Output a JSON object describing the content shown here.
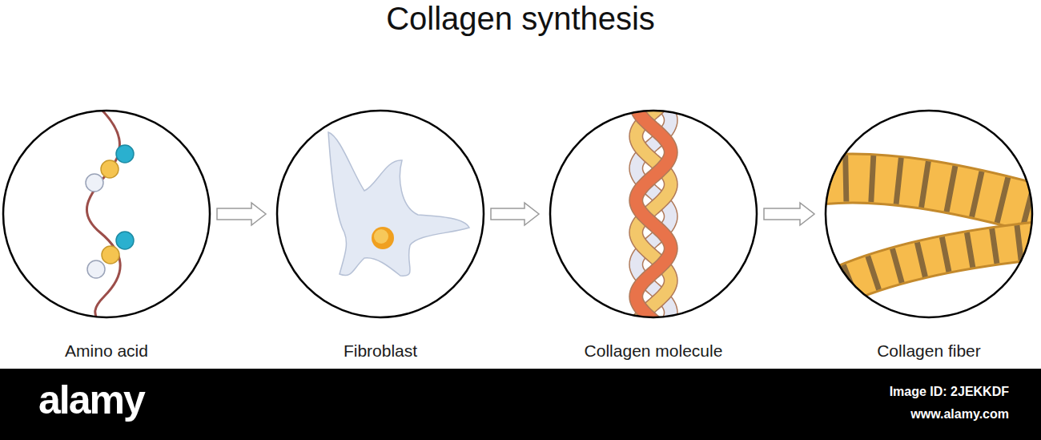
{
  "diagram": {
    "title": "Collagen synthesis",
    "nodes": [
      {
        "text": [
          "Amino acid"
        ]
      },
      {
        "text": [
          "Fibroblast"
        ]
      },
      {
        "text": [
          "Collagen molecule"
        ]
      },
      {
        "text": [
          "Collagen fiber"
        ]
      }
    ],
    "edges": [
      {
        "from": 0,
        "to": 1,
        "arrow": "to"
      },
      {
        "from": 1,
        "to": 2,
        "arrow": "to"
      },
      {
        "from": 2,
        "to": 3,
        "arrow": "to"
      }
    ],
    "labels": [
      "alamy",
      "Image ID: 2JEKKDF",
      "www.alamy.com"
    ]
  }
}
